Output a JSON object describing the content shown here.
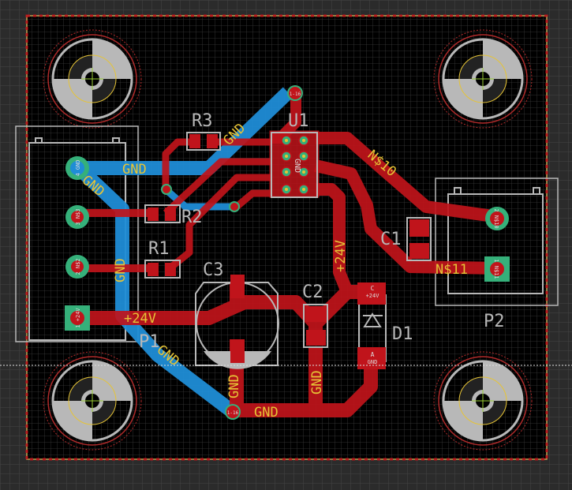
{
  "app": {
    "view": "EAGLE Board Editor"
  },
  "colors": {
    "background": "#000000",
    "outer_grid_bg": "#2b2b2b",
    "top_copper": "#c0141b",
    "bottom_copper": "#1f8dd6",
    "pad_green": "#35b07a",
    "silkscreen": "#b8b8b8",
    "net_label": "#e6c436",
    "board_outline": "#c8a050"
  },
  "components": {
    "R1": "R1",
    "R2": "R2",
    "R3": "R3",
    "C1": "C1",
    "C2": "C2",
    "C3": "C3",
    "D1": "D1",
    "U1": "U1",
    "P1": "P1",
    "P2": "P2"
  },
  "nets": {
    "gnd": "GND",
    "v24": "+24V",
    "n10": "N$10",
    "n11": "N$11"
  },
  "pad_labels": {
    "p1_pin4": "4 GND",
    "p1_pin3": "3 N$3",
    "p1_pin2": "2 N$2",
    "p1_pin1": "1 +24V",
    "p2_pin2": "2 N$10",
    "p2_pin1": "1 N$11",
    "via": "1-16",
    "u1_center": "GND",
    "d1_cathode_name": "C",
    "d1_cathode_net": "+24V",
    "d1_anode_name": "A",
    "d1_anode_net": "GND"
  }
}
